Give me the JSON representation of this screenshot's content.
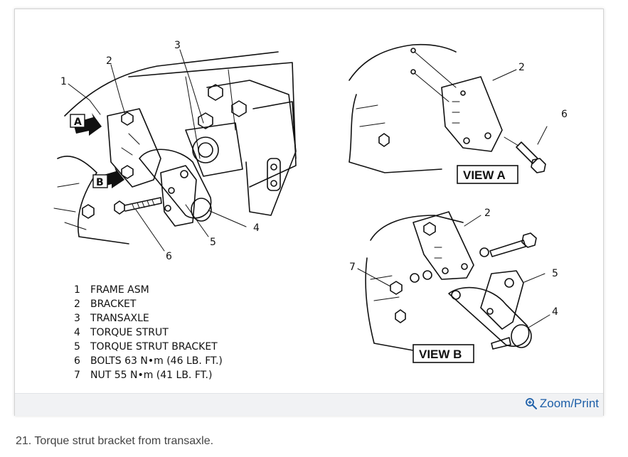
{
  "figure": {
    "callouts": {
      "c1": "1",
      "c2": "2",
      "c3": "3",
      "c4": "4",
      "c5": "5",
      "c6": "6",
      "a2": "2",
      "a6": "6",
      "b2": "2",
      "b4": "4",
      "b5": "5",
      "b7": "7"
    },
    "arrow_a": "A",
    "arrow_b": "B",
    "view_a": "VIEW A",
    "view_b": "VIEW B",
    "legend": [
      {
        "num": "1",
        "text": "FRAME ASM"
      },
      {
        "num": "2",
        "text": "BRACKET"
      },
      {
        "num": "3",
        "text": "TRANSAXLE"
      },
      {
        "num": "4",
        "text": "TORQUE STRUT"
      },
      {
        "num": "5",
        "text": "TORQUE STRUT BRACKET"
      },
      {
        "num": "6",
        "text": "BOLTS 63 N•m (46 LB. FT.)"
      },
      {
        "num": "7",
        "text": "NUT 55 N•m (41 LB. FT.)"
      }
    ]
  },
  "toolbar": {
    "zoom_label": "Zoom/Print"
  },
  "caption": "21. Torque strut bracket from transaxle.",
  "colors": {
    "link": "#1d5fa8",
    "bar": "#f1f2f4"
  }
}
